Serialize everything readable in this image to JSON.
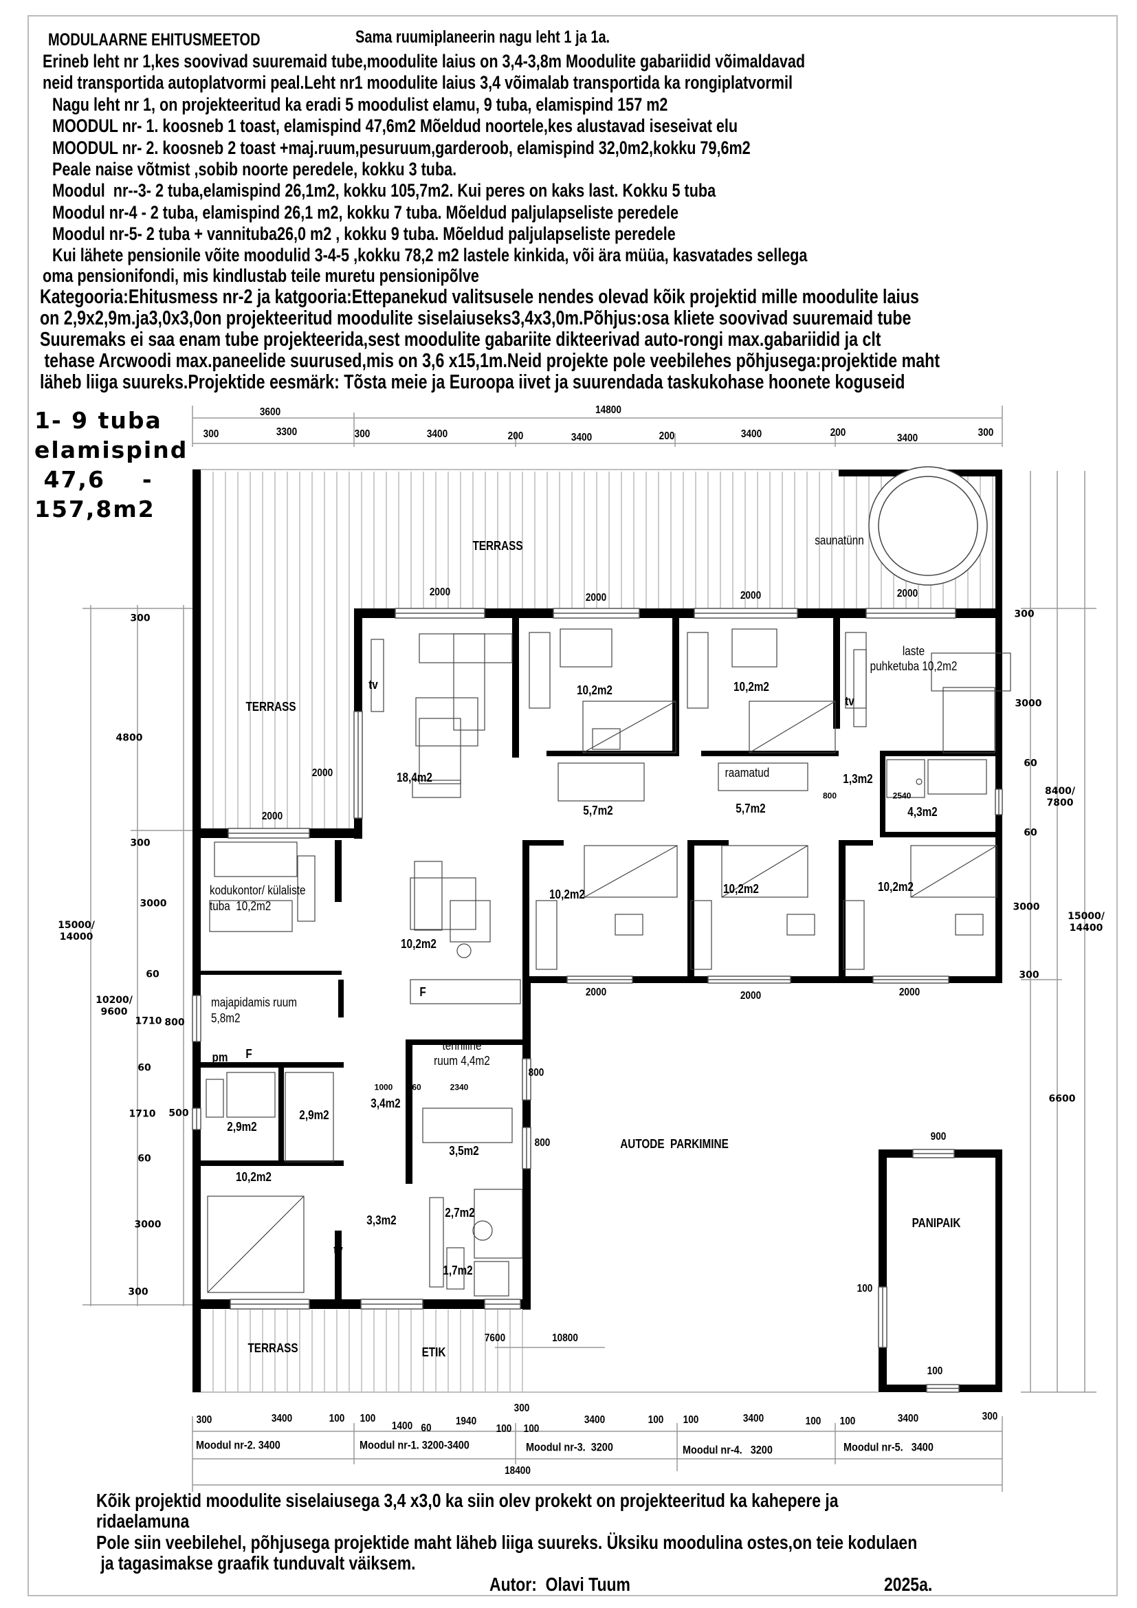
{
  "header": {
    "title": "MODULAARNE EHITUSMEETOD",
    "subtitle": "Sama ruumiplaneerin nagu leht 1 ja 1a.",
    "lines": [
      "Erineb leht nr 1,kes soovivad suuremaid tube,moodulite laius on 3,4-3,8m Moodulite gabariidid võimaldavad",
      "neid transportida autoplatvormi peal.Leht nr1 moodulite laius 3,4 võimalab transportida ka rongiplatvormil",
      " Nagu leht nr 1, on projekteeritud ka eradi 5 moodulist elamu, 9 tuba, elamispind 157 m2",
      " MOODUL nr- 1. koosneb 1 toast, elamispind 47,6m2 Mõeldud noortele,kes alustavad iseseivat elu",
      " MOODUL nr- 2. koosneb 2 toast +maj.ruum,pesuruum,garderoob, elamispind 32,0m2,kokku 79,6m2",
      " Peale naise võtmist ,sobib noorte peredele, kokku 3 tuba.",
      " Moodul  nr--3- 2 tuba,elamispind 26,1m2, kokku 105,7m2. Kui peres on kaks last. Kokku 5 tuba",
      " Moodul nr-4 - 2 tuba, elamispind 26,1 m2, kokku 7 tuba. Mõeldud paljulapseliste peredele",
      " Moodul nr-5- 2 tuba + vannituba26,0 m2 , kokku 9 tuba. Mõeldud paljulapseliste peredele",
      " Kui lähete pensionile võite moodulid 3-4-5 ,kokku 78,2 m2 lastele kinkida, või ära müüa, kasvatades sellega",
      "oma pensionifondi, mis kindlustab teile muretu pensionipõlve"
    ],
    "category_lines": [
      "Kategooria:Ehitusmess nr-2 ja katgooria:Ettepanekud valitsusele nendes olevad kõik projektid mille moodulite laius",
      "on 2,9x2,9m.ja3,0x3,0on projekteeritud moodulite siselaiuseks3,4x3,0m.Põhjus:osa kliete soovivad suuremaid tube",
      "Suuremaks ei saa enam tube projekteerida,sest moodulite gabariite dikteerivad auto-rongi max.gabariidid ja clt",
      " tehase Arcwoodi max.paneelide suurused,mis on 3,6 x15,1m.Neid projekte pole veebilehes põhjusega:projektide maht",
      "läheb liiga suureks.Projektide eesmärk: Tõsta meie ja Euroopa iivet ja suurendada taskukohase hoonete koguseid"
    ]
  },
  "summary": [
    "1- 9 tuba",
    "elamispind",
    " 47,6    -",
    "157,8m2"
  ],
  "plan": {
    "rooms": [
      "TERRASS",
      "saunatünn",
      "TERRASS",
      "tv",
      "10,2m2",
      "10,2m2",
      "laste",
      "puhketuba 10,2m2",
      "tv",
      "18,4m2",
      "raamatud",
      "1,3m2",
      "4,3m2",
      "5,7m2",
      "5,7m2",
      "kodukontor/ külaliste",
      "tuba  10,2m2",
      "10,2m2",
      "10,2m2",
      "10,2m2",
      "10,2m2",
      "F",
      "majapidamis ruum",
      "5,8m2",
      "pm",
      "F",
      "tehniline",
      "ruum 4,4m2",
      "3,4m2",
      "2,9m2",
      "2,9m2",
      "AUTODE  PARKIMINE",
      "3,5m2",
      "10,2m2",
      "3,3m2",
      "2,7m2",
      "PANIPAIK",
      "tv",
      "1,7m2",
      "TERRASS",
      "ETIK"
    ],
    "inner_dims": [
      "2000",
      "2000",
      "2000",
      "2000",
      "2000",
      "2000",
      "800",
      "2540",
      "2000",
      "2000",
      "2000",
      "800",
      "1000",
      "60",
      "2340",
      "800",
      "900",
      "100",
      "7600",
      "10800",
      "100"
    ],
    "top_dims": {
      "overall": "14800",
      "first": "3600",
      "row": [
        "300",
        "3300",
        "300",
        "3400",
        "200",
        "3400",
        "200",
        "3400",
        "200",
        "3400",
        "300"
      ]
    },
    "left_dims": [
      "300",
      "4800",
      "300",
      "3000",
      "15000/\n14000",
      "60",
      "10200/\n9600",
      "1710",
      "800",
      "60",
      "1710",
      "500",
      "60",
      "3000",
      "300"
    ],
    "right_dims": [
      "300",
      "3000",
      "60",
      "8400/\n7800",
      "60",
      "3000",
      "15000/\n14400",
      "300",
      "6600"
    ],
    "bottom_dims": {
      "row": [
        "300",
        "3400",
        "100",
        "100",
        "1400",
        "60",
        "1940",
        "100",
        "300",
        "100",
        "3400",
        "100",
        "100",
        "3400",
        "100",
        "100",
        "3400",
        "300"
      ],
      "modules": [
        "Moodul nr-2. 3400",
        "Moodul nr-1. 3200-3400",
        "Moodul nr-3.  3200",
        "Moodul nr-4.   3200",
        "Moodul nr-5.   3400"
      ],
      "total": "18400"
    }
  },
  "footer": {
    "lines": [
      "Kõik projektid moodulite siselaiusega 3,4 x3,0 ka siin olev prokekt on projekteeritud ka kahepere ja",
      "ridaelamuna",
      "Pole siin veebilehel, põhjusega projektide maht läheb liiga suureks. Üksiku moodulina ostes,on teie kodulaen",
      " ja tagasimakse graafik tunduvalt väiksem."
    ],
    "author": "Autor:  Olavi Tuum",
    "year": "2025a."
  }
}
